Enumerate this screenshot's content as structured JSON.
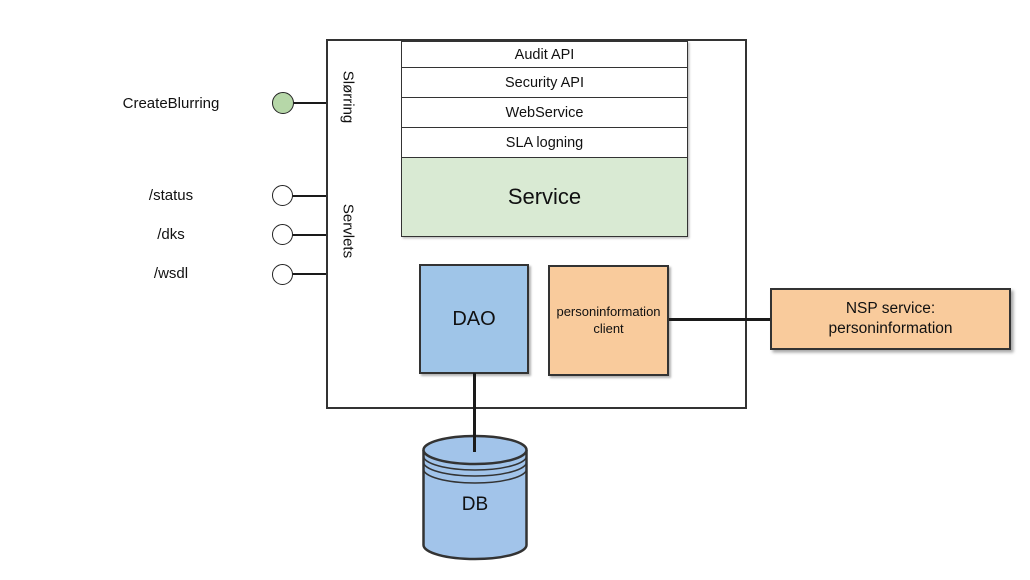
{
  "endpoints": [
    {
      "label": "CreateBlurring",
      "port": "green"
    },
    {
      "label": "/status",
      "port": "white"
    },
    {
      "label": "/dks",
      "port": "white"
    },
    {
      "label": "/wsdl",
      "port": "white"
    }
  ],
  "lanes": {
    "top": "Slørring",
    "bottom": "Servlets"
  },
  "layers": [
    "Audit API",
    "Security API",
    "WebService",
    "SLA logning"
  ],
  "service_label": "Service",
  "dao_label": "DAO",
  "personinfo_client_label": "personinformation\nclient",
  "nsp_label": "NSP service:\npersoninformation",
  "db_label": "DB",
  "colors": {
    "stroke": "#333333",
    "line": "#1a1a1a",
    "service-fill": "#d9ead3",
    "dao-fill": "#9fc5e8",
    "db-fill": "#a2c4ea",
    "orange-fill": "#f9cb9c",
    "port-green-fill": "#b6d7a8"
  }
}
